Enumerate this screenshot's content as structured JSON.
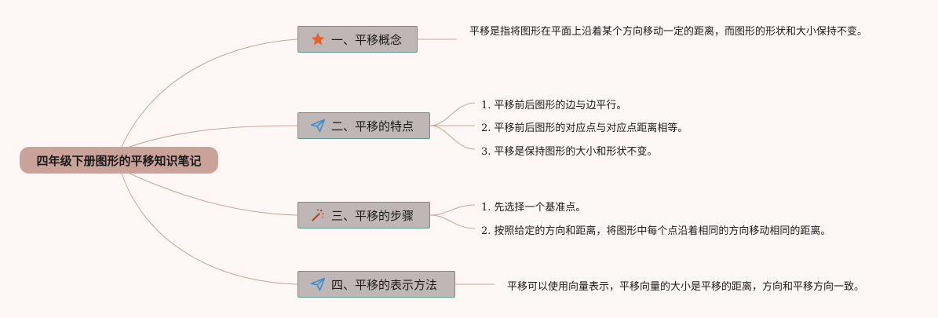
{
  "root": {
    "label": "四年级下册图形的平移知识笔记"
  },
  "branches": [
    {
      "label": "一、平移概念",
      "icon": "star-icon",
      "items": [
        {
          "text": "平移是指将图形在平面上沿着某个方向移动一定的距离，而图形的形状和大小保持不变。"
        }
      ]
    },
    {
      "label": "二、平移的特点",
      "icon": "paper-plane-icon",
      "items": [
        {
          "num": "1.",
          "text": "平移前后图形的边与边平行。"
        },
        {
          "num": "2.",
          "text": "平移前后图形的对应点与对应点距离相等。"
        },
        {
          "num": "3.",
          "text": "平移是保持图形的大小和形状不变。"
        }
      ]
    },
    {
      "label": "三、平移的步骤",
      "icon": "magic-wand-icon",
      "items": [
        {
          "num": "1.",
          "text": "先选择一个基准点。"
        },
        {
          "num": "2.",
          "text": "按照给定的方向和距离，将图形中每个点沿着相同的方向移动相同的距离。"
        }
      ]
    },
    {
      "label": "四、平移的表示方法",
      "icon": "paper-plane-icon",
      "items": [
        {
          "text": "平移可以使用向量表示，平移向量的大小是平移的距离，方向和平移方向一致。"
        }
      ]
    }
  ],
  "colors": {
    "background": "#fdf8f6",
    "root_fill": "#c9a39a",
    "branch_fill": "#bfb7b5",
    "branch_border": "#5a9a8a",
    "connector": "#c9a39a",
    "star": "#e8612c",
    "plane": "#3d8fd1",
    "wand": "#c0392b"
  }
}
